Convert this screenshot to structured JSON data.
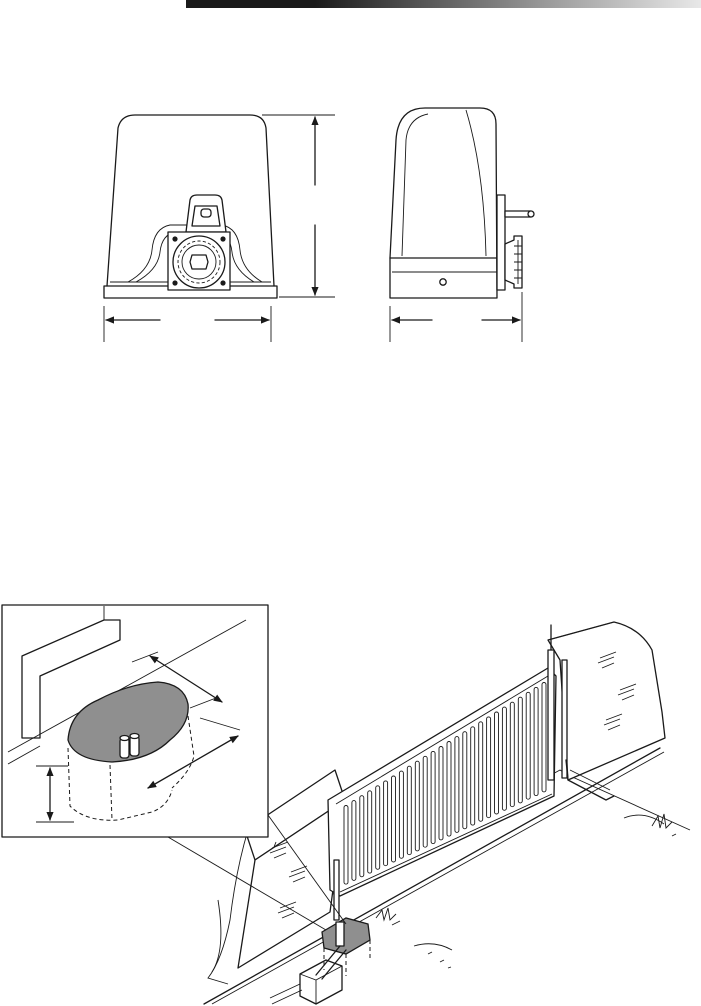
{
  "figures": [
    {
      "id": "motor-front-view"
    },
    {
      "id": "motor-side-view"
    },
    {
      "id": "foundation-detail"
    },
    {
      "id": "gate-installation"
    }
  ],
  "palette": {
    "ink": "#1a1a1a",
    "concrete": "#8f8f8f",
    "paper": "#ffffff"
  }
}
